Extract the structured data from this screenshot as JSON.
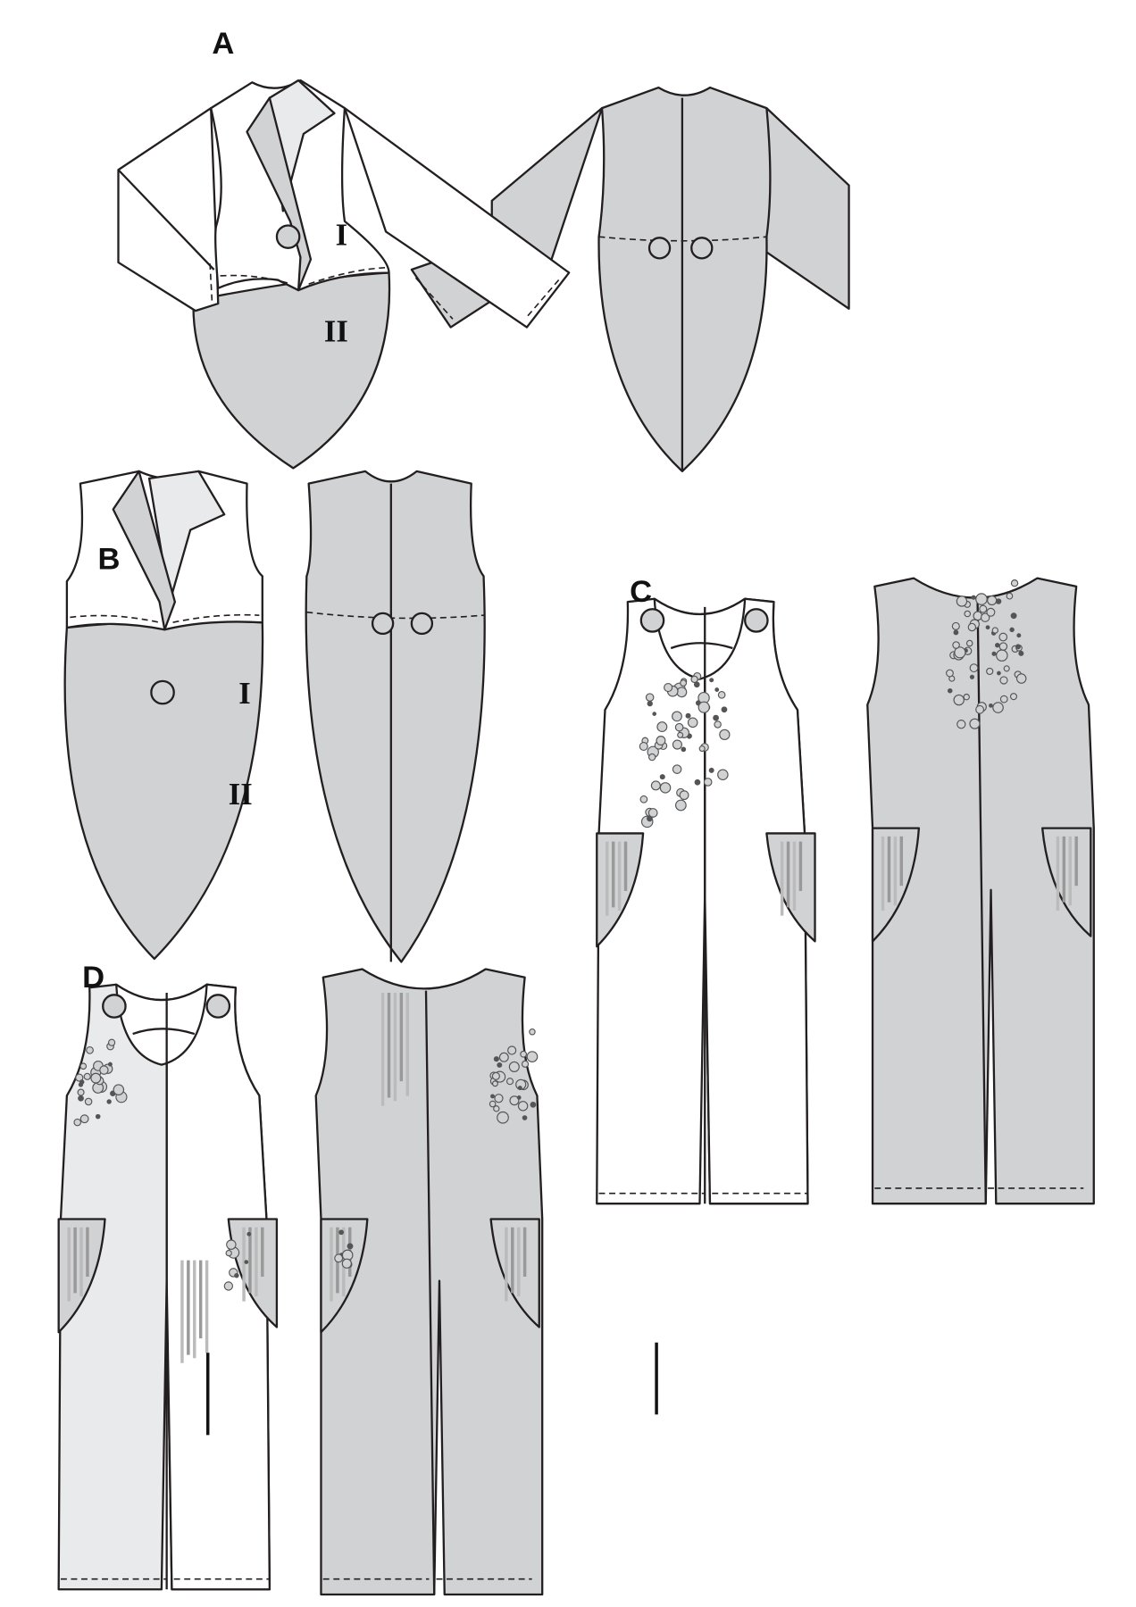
{
  "labels": {
    "A": "A",
    "B": "B",
    "C": "C",
    "D": "D"
  },
  "parts": {
    "a_upper": "I",
    "a_lower": "II",
    "b_upper": "I",
    "b_lower": "II"
  },
  "colors": {
    "grey": "#d1d2d4",
    "light": "#e9eaeb",
    "white": "#ffffff",
    "line": "#231f20"
  }
}
